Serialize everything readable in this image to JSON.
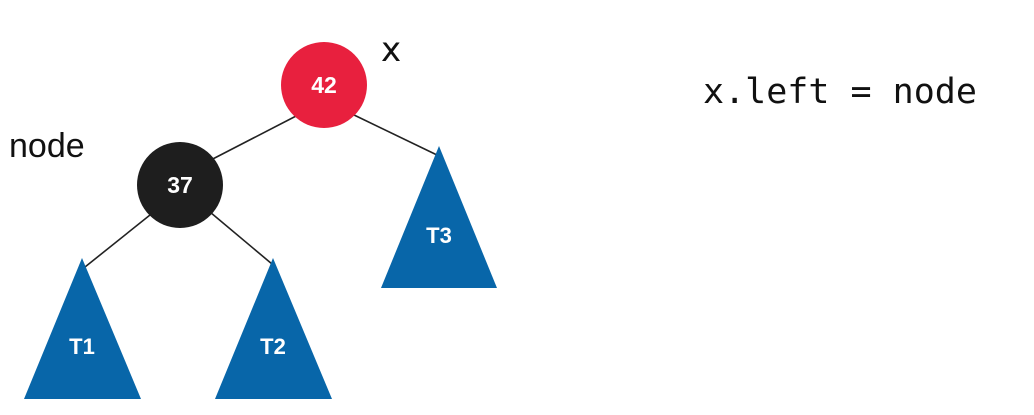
{
  "nodes": {
    "x": {
      "label": "42",
      "color": "#E8203E"
    },
    "node": {
      "label": "37",
      "color": "#1E1E1E"
    }
  },
  "subtrees": {
    "t1": {
      "label": "T1",
      "color": "#0866A9"
    },
    "t2": {
      "label": "T2",
      "color": "#0866A9"
    },
    "t3": {
      "label": "T3",
      "color": "#0866A9"
    }
  },
  "annotations": {
    "x_label": "x",
    "node_label": "node"
  },
  "code": {
    "line": "x.left = node"
  }
}
